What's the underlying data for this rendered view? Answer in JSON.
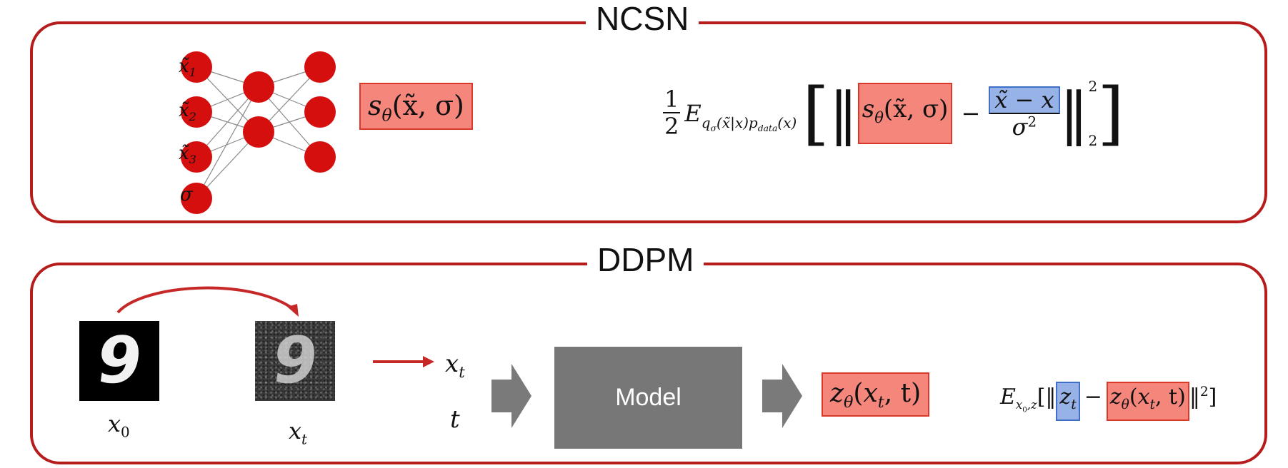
{
  "ncsn": {
    "title": "NCSN",
    "inputs": [
      "x̃",
      "x̃",
      "x̃",
      "σ"
    ],
    "input_subscripts": [
      "1",
      "2",
      "3",
      ""
    ],
    "score": {
      "s": "s",
      "theta": "θ",
      "args": "(x̃, σ)"
    },
    "loss": {
      "half_num": "1",
      "half_den": "2",
      "E": "E",
      "E_sub_q": "q",
      "E_sub_sigma": "σ",
      "E_sub_rest": "(x̃|x)p",
      "E_sub_data": "data",
      "E_sub_x": "(x)",
      "open_bracket": "[",
      "norm": "‖",
      "s": "s",
      "theta": "θ",
      "args": "(x̃, σ)",
      "minus": "−",
      "frac_num": "x̃ − x",
      "frac_den": "σ",
      "frac_den_exp": "2",
      "exp": "2",
      "norm_sub": "2",
      "close_bracket": "]"
    }
  },
  "ddpm": {
    "title": "DDPM",
    "x0_label": "x",
    "x0_sub": "0",
    "xt_label": "x",
    "xt_sub": "t",
    "digit_clean": "9",
    "digit_noisy": "9",
    "input_x": "x",
    "input_x_sub": "t",
    "input_t": "t",
    "model_label": "Model",
    "pred": {
      "z": "z",
      "theta": "θ",
      "open": "(x",
      "x_sub": "t",
      "close": ", t)"
    },
    "loss": {
      "E": "E",
      "E_sub": "x",
      "E_sub0": "0",
      "E_sub_z": ",z",
      "open": "[‖",
      "z": "z",
      "z_sub": "t",
      "minus": "−",
      "pz": "z",
      "ptheta": "θ",
      "popen": "(x",
      "px_sub": "t",
      "pclose": ", t)",
      "close": "‖",
      "exp": "2",
      "bracket": "]"
    }
  },
  "colors": {
    "frame": "#b71c1c",
    "node": "#d50e0e",
    "highlight_red": "#f4867c",
    "highlight_blue": "#96b2e6",
    "model_fill": "#777777",
    "arrow_gray": "#7a7a7a",
    "arrow_red": "#c62828"
  }
}
